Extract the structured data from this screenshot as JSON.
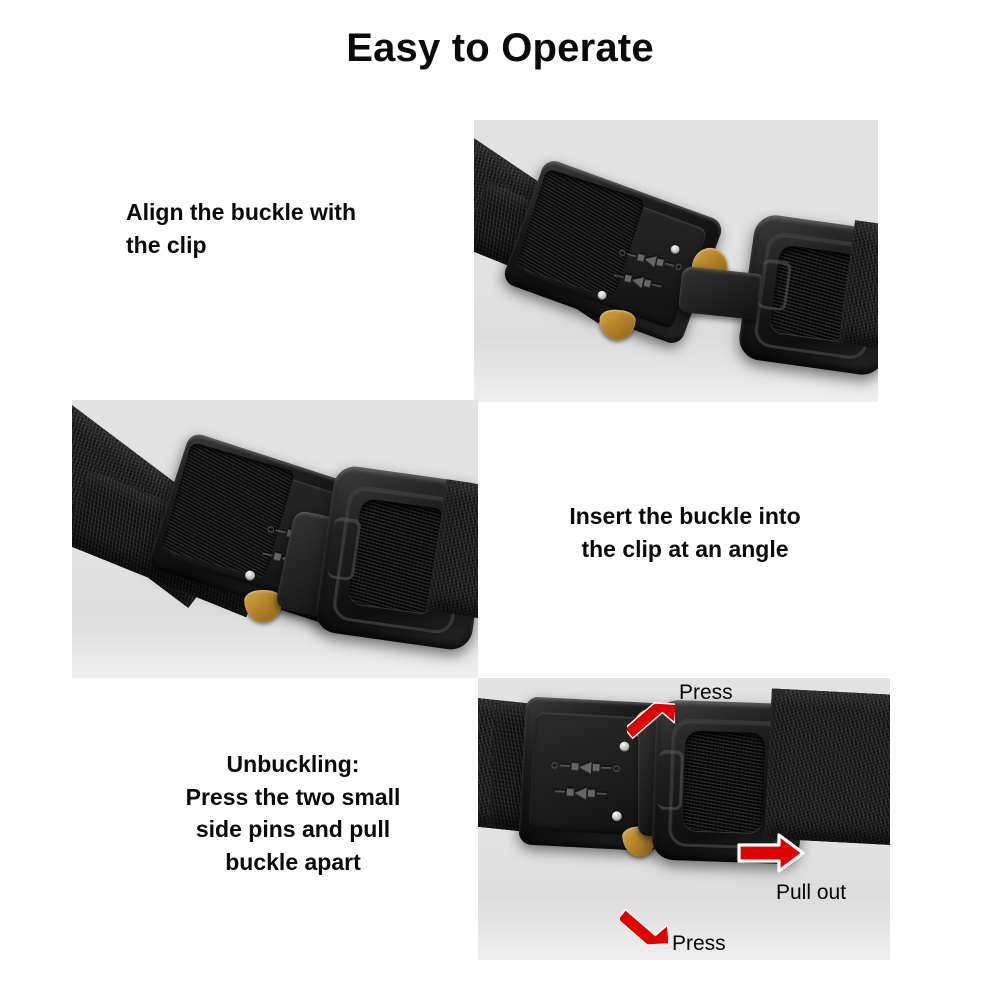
{
  "page": {
    "title": "Easy to Operate",
    "background_color": "#ffffff",
    "text_color": "#0a0a0a",
    "accent_color": "#e00000",
    "panel_background": "#e2e2e2"
  },
  "steps": [
    {
      "id": "step-1",
      "caption": "Align the buckle with\nthe clip",
      "align": "left",
      "panel": "top-right"
    },
    {
      "id": "step-2",
      "caption": "Insert the buckle into\nthe clip at an angle",
      "align": "center",
      "panel": "mid-left"
    },
    {
      "id": "step-3",
      "caption": "Unbuckling:\nPress the two small\nside pins and pull\nbuckle apart",
      "align": "center",
      "panel": "bottom-right"
    }
  ],
  "annotations": [
    {
      "id": "press-top",
      "label": "Press",
      "arrow_direction": "down-left",
      "color": "#e00000"
    },
    {
      "id": "press-bottom",
      "label": "Press",
      "arrow_direction": "up-left",
      "color": "#e00000"
    },
    {
      "id": "pull-out",
      "label": "Pull out",
      "arrow_direction": "right",
      "color": "#e00000"
    }
  ],
  "hardware": {
    "buckle_emboss_line1": "○─■◀■─○",
    "buckle_emboss_line2": "─■◀■─",
    "pin_color": "#b8862c",
    "rivet_color": "#c9c9c9",
    "body_color": "#121212"
  }
}
